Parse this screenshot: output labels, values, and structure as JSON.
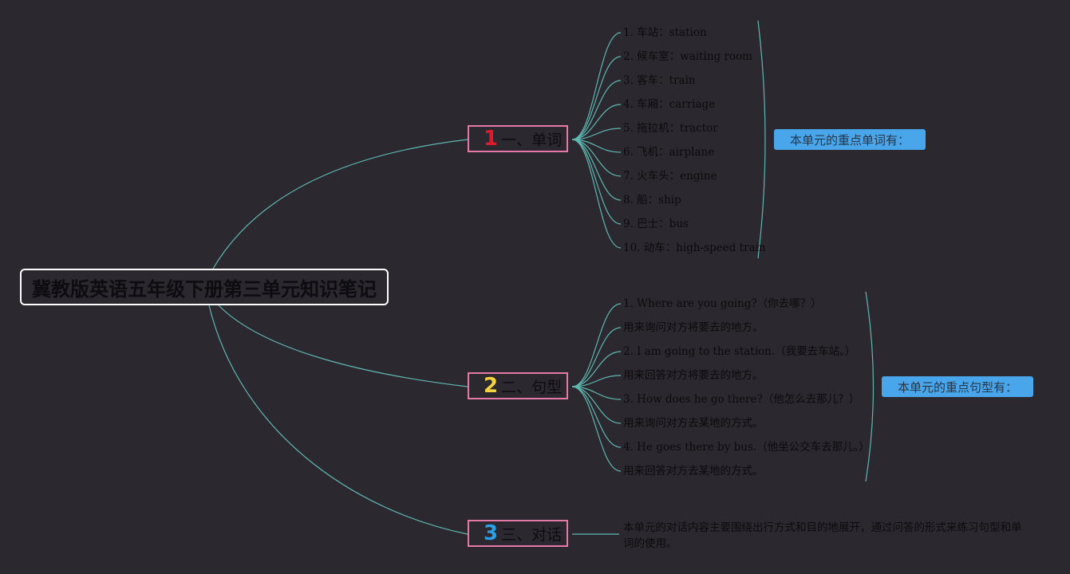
{
  "root": {
    "title": "冀教版英语五年级下册第三单元知识笔记"
  },
  "branches": [
    {
      "number": "1",
      "number_color": "#e0192c",
      "label": "一、单词",
      "items": [
        "1. 车站：station",
        "2. 候车室：waiting room",
        "3. 客车：train",
        "4. 车厢：carriage",
        "5. 拖拉机：tractor",
        "6. 飞机：airplane",
        "7. 火车头：engine",
        "8. 船：ship",
        "9. 巴士：bus",
        "10. 动车：high-speed train"
      ],
      "summary": "本单元的重点单词有："
    },
    {
      "number": "2",
      "number_color": "#f6d33c",
      "label": "二、句型",
      "items": [
        "1. Where are you going?（你去哪？）",
        "用来询问对方将要去的地方。",
        "2. I am going to the station.（我要去车站。）",
        "用来回答对方将要去的地方。",
        "3. How does he go there?（他怎么去那儿？）",
        "用来询问对方去某地的方式。",
        "4. He goes there by bus.（他坐公交车去那儿。）",
        "用来回答对方去某地的方式。"
      ],
      "summary": "本单元的重点句型有："
    },
    {
      "number": "3",
      "number_color": "#2aa0e6",
      "label": "三、对话",
      "paragraph": "本单元的对话内容主要围绕出行方式和目的地展开，通过问答的形式来练习句型和单词的使用。"
    }
  ],
  "colors": {
    "background": "#2b2830",
    "connector": "#5fb8b0",
    "branch_border": "#e57aa9",
    "root_border": "#ffffff",
    "summary_fill": "#4aa6ea"
  }
}
